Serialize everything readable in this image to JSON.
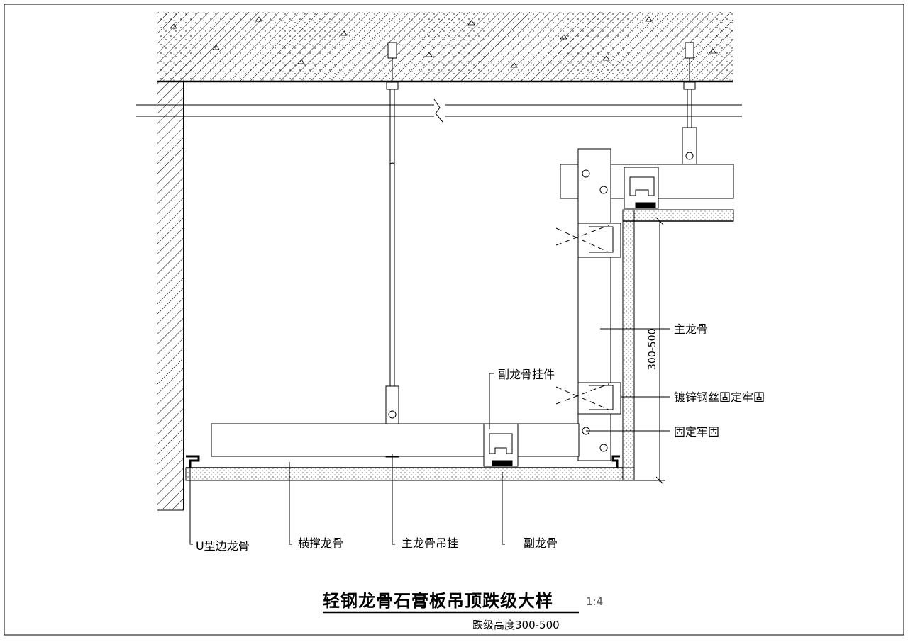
{
  "title": "轻钢龙骨石膏板吊顶跌级大样",
  "scale": "1:4",
  "subtitle": "跌级高度300-500",
  "dimension": "300-500",
  "labels": {
    "main_keel": "主龙骨",
    "galvanized_wire": "镀锌钢丝固定牢固",
    "fixed_firm": "固定牢固",
    "sub_keel_hanger": "副龙骨挂件",
    "u_edge_keel": "U型边龙骨",
    "cross_brace_keel": "横撑龙骨",
    "main_keel_hanger": "主龙骨吊挂",
    "sub_keel": "副龙骨"
  }
}
